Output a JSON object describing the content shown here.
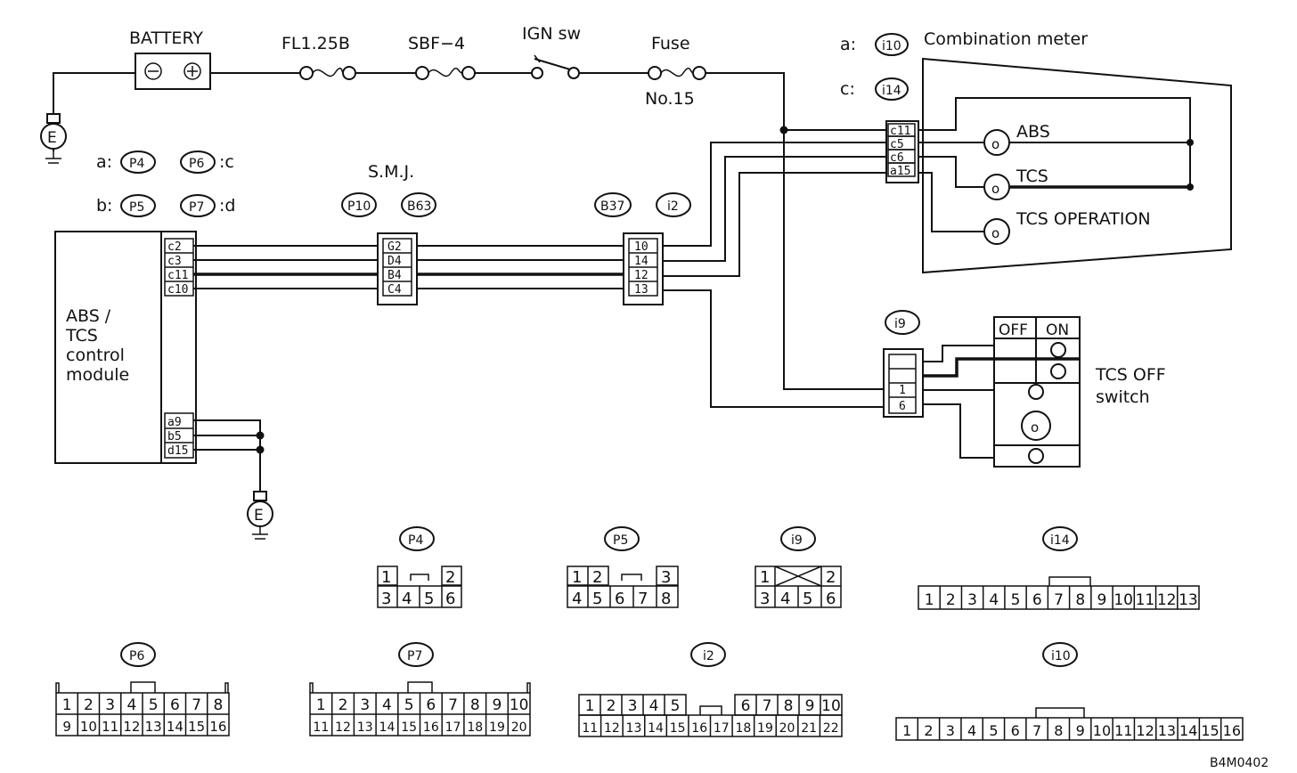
{
  "labels": {
    "battery": "BATTERY",
    "fuse_fl": "FL1.25B",
    "fuse_sbf": "SBF−4",
    "ign_sw": "IGN sw",
    "fuse": "Fuse",
    "fuse_no": "No.15",
    "comb_meter": "Combination meter",
    "meter_a": "a:",
    "meter_c": "c:",
    "abs": "ABS",
    "tcs": "TCS",
    "tcs_operation": "TCS OPERATION",
    "smj": "S.M.J.",
    "module_key_a": "a:",
    "module_key_b": "b:",
    "module_key_c": ":c",
    "module_key_d": ":d",
    "module_line1": "ABS /",
    "module_line2": "TCS",
    "module_line3": "control",
    "module_line4": "module",
    "tcs_off_switch_1": "TCS OFF",
    "tcs_off_switch_2": "switch",
    "sw_off": "OFF",
    "sw_on": "ON",
    "ground": "E",
    "figure_code": "B4M0402"
  },
  "connectors": {
    "P4": "P4",
    "P5": "P5",
    "P6": "P6",
    "P7": "P7",
    "P10": "P10",
    "B63": "B63",
    "B37": "B37",
    "i2": "i2",
    "i9": "i9",
    "i10": "i10",
    "i14": "i14"
  },
  "pins": {
    "module_top": [
      "c2",
      "c3",
      "c11",
      "c10"
    ],
    "module_bottom": [
      "a9",
      "b5",
      "d15"
    ],
    "smj": [
      "G2",
      "D4",
      "B4",
      "C4"
    ],
    "b37": [
      "10",
      "14",
      "12",
      "13"
    ],
    "meter": [
      "c11",
      "c5",
      "c6",
      "a15"
    ],
    "i9": [
      "",
      "",
      "1",
      "6"
    ]
  },
  "faces": {
    "P4": {
      "top": [
        "1",
        "",
        "2"
      ],
      "bottom": [
        "3",
        "4",
        "5",
        "6"
      ]
    },
    "P5": {
      "top": [
        "1",
        "2",
        "",
        "3"
      ],
      "bottom": [
        "4",
        "5",
        "6",
        "7",
        "8"
      ]
    },
    "i9": {
      "top": [
        "1",
        "2"
      ],
      "bottom": [
        "3",
        "4",
        "5",
        "6"
      ]
    },
    "i14": [
      "1",
      "2",
      "3",
      "4",
      "5",
      "6",
      "7",
      "8",
      "9",
      "10",
      "11",
      "12",
      "13"
    ],
    "P6": {
      "top": [
        "1",
        "2",
        "3",
        "4",
        "5",
        "6",
        "7",
        "8"
      ],
      "bottom": [
        "9",
        "10",
        "11",
        "12",
        "13",
        "14",
        "15",
        "16"
      ]
    },
    "P7": {
      "top": [
        "1",
        "2",
        "3",
        "4",
        "5",
        "6",
        "7",
        "8",
        "9",
        "10"
      ],
      "bottom": [
        "11",
        "12",
        "13",
        "14",
        "15",
        "16",
        "17",
        "18",
        "19",
        "20"
      ]
    },
    "i2": {
      "top_left": [
        "1",
        "2",
        "3",
        "4",
        "5"
      ],
      "top_right": [
        "6",
        "7",
        "8",
        "9",
        "10"
      ],
      "bottom": [
        "11",
        "12",
        "13",
        "14",
        "15",
        "16",
        "17",
        "18",
        "19",
        "20",
        "21",
        "22"
      ]
    },
    "i10": [
      "1",
      "2",
      "3",
      "4",
      "5",
      "6",
      "7",
      "8",
      "9",
      "10",
      "11",
      "12",
      "13",
      "14",
      "15",
      "16"
    ]
  }
}
